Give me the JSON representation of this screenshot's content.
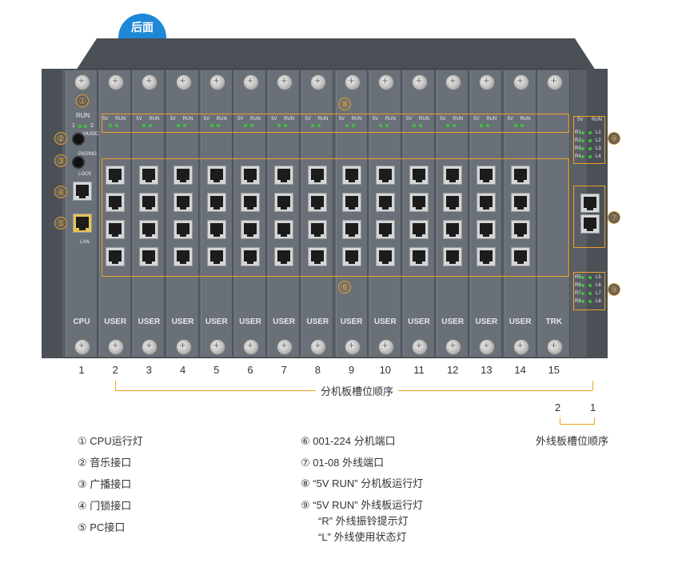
{
  "tab_label": "后面",
  "slots": [
    {
      "number": "1",
      "label": "CPU"
    },
    {
      "number": "2",
      "label": "USER"
    },
    {
      "number": "3",
      "label": "USER"
    },
    {
      "number": "4",
      "label": "USER"
    },
    {
      "number": "5",
      "label": "USER"
    },
    {
      "number": "6",
      "label": "USER"
    },
    {
      "number": "7",
      "label": "USER"
    },
    {
      "number": "8",
      "label": "USER"
    },
    {
      "number": "9",
      "label": "USER"
    },
    {
      "number": "10",
      "label": "USER"
    },
    {
      "number": "11",
      "label": "USER"
    },
    {
      "number": "12",
      "label": "USER"
    },
    {
      "number": "13",
      "label": "USER"
    },
    {
      "number": "14",
      "label": "USER"
    },
    {
      "number": "15",
      "label": "TRK"
    }
  ],
  "cpu_panel": {
    "run": "RUN",
    "led1": "1",
    "led2": "2",
    "music": "MUSIC",
    "paging": "PAGING",
    "lock": "LOCK",
    "lan": "LAN"
  },
  "led_labels": {
    "v5": "5V",
    "run": "RUN"
  },
  "trk_leds": {
    "top": [
      "R1",
      "R2",
      "R3",
      "R4"
    ],
    "top_l": [
      "L1",
      "L2",
      "L3",
      "L4"
    ],
    "bottom": [
      "R5",
      "R6",
      "R7",
      "R8"
    ],
    "bottom_l": [
      "L5",
      "L6",
      "L7",
      "L8"
    ]
  },
  "callouts": {
    "c1": "①",
    "c2": "②",
    "c3": "③",
    "c4": "④",
    "c5": "⑤",
    "c6": "⑥",
    "c7": "⑦",
    "c8": "⑧",
    "c9a": "⑨",
    "c9b": "⑨"
  },
  "slot_order_caption": "分机板槽位顺序",
  "trunk_order": {
    "a": "2",
    "b": "1",
    "caption": "外线板槽位顺序"
  },
  "legend_left": [
    "① CPU运行灯",
    "② 音乐接口",
    "③ 广播接口",
    "④ 门锁接口",
    "⑤ PC接口"
  ],
  "legend_right": [
    "⑥ 001-224 分机端口",
    "⑦ 01-08 外线端口",
    "⑧ “5V RUN” 分机板运行灯",
    "⑨ “5V RUN” 外线板运行灯",
    "“R” 外线振铃提示灯",
    "“L” 外线使用状态灯"
  ]
}
